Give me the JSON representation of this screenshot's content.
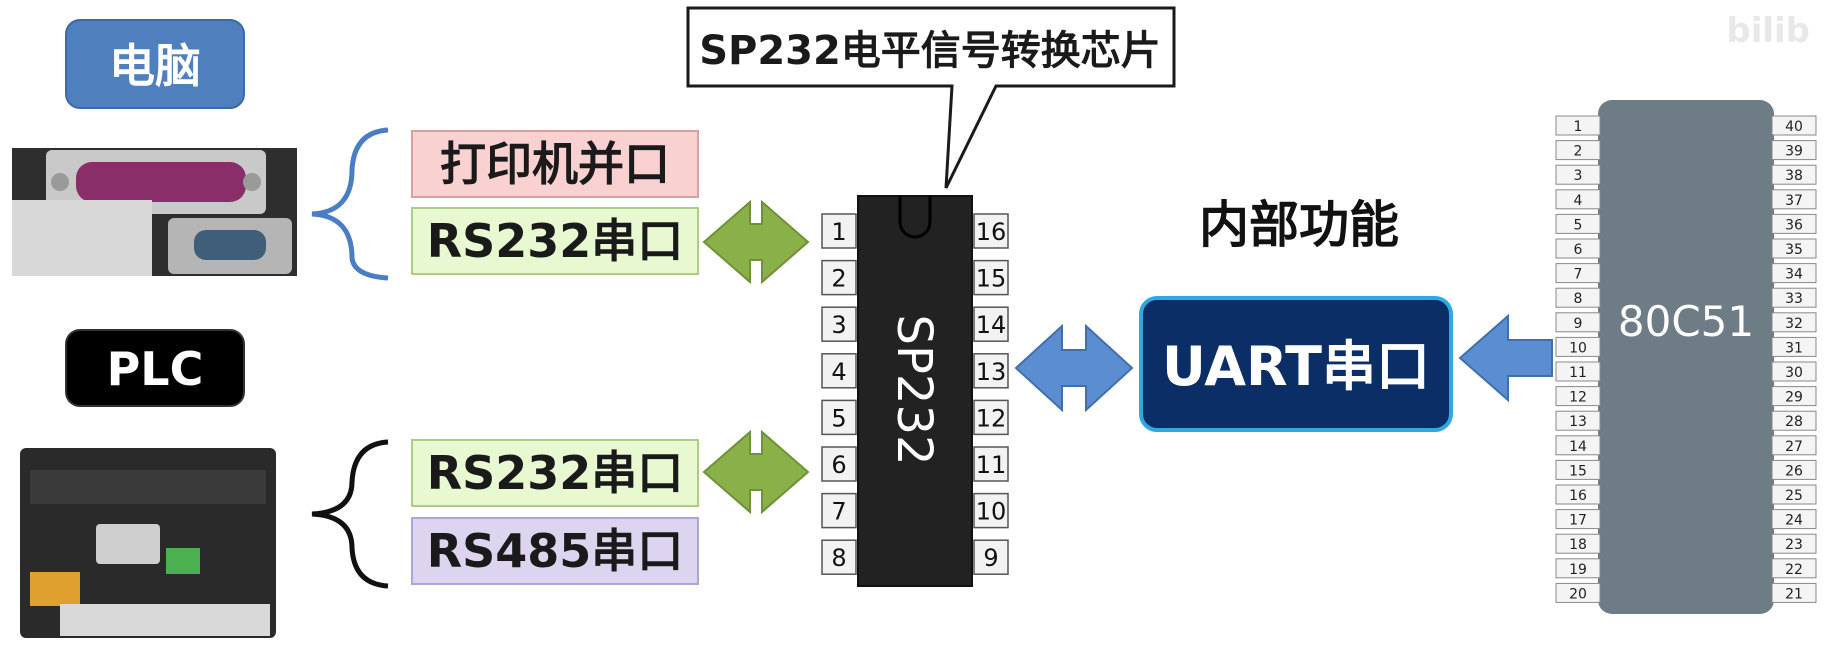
{
  "computer": {
    "label": "电脑",
    "ports": [
      "打印机并口",
      "RS232串口"
    ]
  },
  "plc": {
    "label": "PLC",
    "ports": [
      "RS232串口",
      "RS485串口"
    ]
  },
  "sp232": {
    "callout": "SP232电平信号转换芯片",
    "chip_label": "SP232",
    "left_pins": [
      "1",
      "2",
      "3",
      "4",
      "5",
      "6",
      "7",
      "8"
    ],
    "right_pins": [
      "16",
      "15",
      "14",
      "13",
      "12",
      "11",
      "10",
      "9"
    ]
  },
  "internal": {
    "title": "内部功能",
    "uart_label": "UART串口"
  },
  "mcu": {
    "label": "80C51",
    "left_pins": [
      "1",
      "2",
      "3",
      "4",
      "5",
      "6",
      "7",
      "8",
      "9",
      "10",
      "11",
      "12",
      "13",
      "14",
      "15",
      "16",
      "17",
      "18",
      "19",
      "20"
    ],
    "right_pins": [
      "40",
      "39",
      "38",
      "37",
      "36",
      "35",
      "34",
      "33",
      "32",
      "31",
      "30",
      "29",
      "28",
      "27",
      "26",
      "25",
      "24",
      "23",
      "22",
      "21"
    ]
  },
  "colors": {
    "blue_label": "#4f7fbd",
    "port_red": "#f9d1d1",
    "port_green": "#e8f8d0",
    "port_purple": "#ddd5f0",
    "green_arrow": "#8ab04a",
    "blue_arrow": "#5b8ed0",
    "uart_fill": "#0b2e66",
    "chip_fill": "#222222",
    "mcu_fill": "#6e7c86"
  }
}
